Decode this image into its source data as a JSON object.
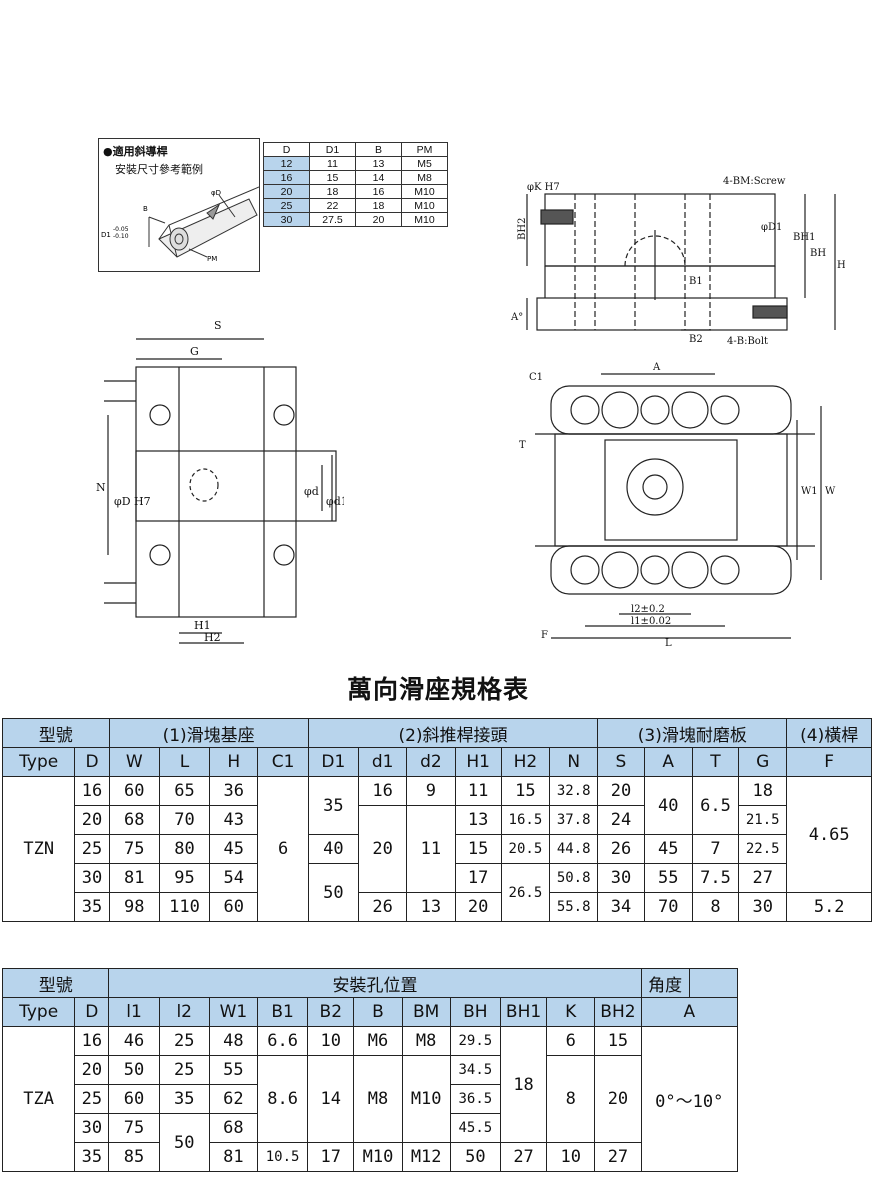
{
  "reference": {
    "title": "●適用斜導桿",
    "subtitle": "安裝尺寸參考範例",
    "labels": {
      "phi_d": "φD",
      "b": "B",
      "d1": "D1",
      "tol_upper": "-0.05",
      "tol_lower": "-0.10",
      "pm": "PM"
    }
  },
  "mini_table": {
    "headers": [
      "D",
      "D1",
      "B",
      "PM"
    ],
    "rows": [
      [
        "12",
        "11",
        "13",
        "M5"
      ],
      [
        "16",
        "15",
        "14",
        "M8"
      ],
      [
        "20",
        "18",
        "16",
        "M10"
      ],
      [
        "25",
        "22",
        "18",
        "M10"
      ],
      [
        "30",
        "27.5",
        "20",
        "M10"
      ]
    ]
  },
  "drawing_labels": {
    "front": {
      "phik_h7": "φK H7",
      "bm_screw": "4-BM:Screw",
      "bh2": "BH2",
      "phid1": "φD1",
      "bh1": "BH1",
      "bh": "BH",
      "h": "H",
      "b1": "B1",
      "a_deg": "A°",
      "b2": "B2",
      "b_bolt": "4-B:Bolt"
    },
    "side": {
      "s": "S",
      "g": "G",
      "n": "N",
      "phid_h7": "φD H7",
      "phid": "φd",
      "phid1": "φd1",
      "h1": "H1",
      "h2": "H2"
    },
    "top": {
      "c1": "C1",
      "a": "A",
      "t": "T",
      "w1": "W1",
      "w": "W",
      "l2": "l2±0.2",
      "l1": "l1±0.02",
      "f": "F",
      "l": "L"
    }
  },
  "main_title": "萬向滑座規格表",
  "table1": {
    "group_row": {
      "model": "型號",
      "g1": "(1)滑塊基座",
      "g2": "(2)斜推桿接頭",
      "g3": "(3)滑塊耐磨板",
      "g4": "(4)橫桿"
    },
    "col_row": [
      "Type",
      "D",
      "W",
      "L",
      "H",
      "C1",
      "D1",
      "d1",
      "d2",
      "H1",
      "H2",
      "N",
      "S",
      "A",
      "T",
      "G",
      "F"
    ],
    "type": "TZN",
    "D": [
      "16",
      "20",
      "25",
      "30",
      "35"
    ],
    "W": [
      "60",
      "68",
      "75",
      "81",
      "98"
    ],
    "L": [
      "65",
      "70",
      "80",
      "95",
      "110"
    ],
    "H": [
      "36",
      "43",
      "45",
      "54",
      "60"
    ],
    "C1": "6",
    "D1": [
      "35",
      "40",
      "50"
    ],
    "d1": [
      "16",
      "20",
      "26"
    ],
    "d2": [
      "9",
      "11",
      "13"
    ],
    "H1": [
      "11",
      "13",
      "15",
      "17",
      "20"
    ],
    "H2": [
      "15",
      "16.5",
      "20.5",
      "26.5"
    ],
    "N": [
      "32.8",
      "37.8",
      "44.8",
      "50.8",
      "55.8"
    ],
    "S": [
      "20",
      "24",
      "26",
      "30",
      "34"
    ],
    "A": [
      "40",
      "45",
      "55",
      "70"
    ],
    "T": [
      "6.5",
      "7",
      "7.5",
      "8"
    ],
    "G": [
      "18",
      "21.5",
      "22.5",
      "27",
      "30"
    ],
    "F": [
      "4.65",
      "5.2"
    ]
  },
  "table2": {
    "group_row": {
      "model": "型號",
      "g1": "安裝孔位置",
      "g2": "角度"
    },
    "col_row": [
      "Type",
      "D",
      "l1",
      "l2",
      "W1",
      "B1",
      "B2",
      "B",
      "BM",
      "BH",
      "BH1",
      "K",
      "BH2",
      "A"
    ],
    "type": "TZA",
    "D": [
      "16",
      "20",
      "25",
      "30",
      "35"
    ],
    "l1": [
      "46",
      "50",
      "60",
      "75",
      "85"
    ],
    "l2": [
      "25",
      "25",
      "35",
      "50"
    ],
    "W1": [
      "48",
      "55",
      "62",
      "68",
      "81"
    ],
    "B1": [
      "6.6",
      "8.6",
      "10.5"
    ],
    "B2": [
      "10",
      "14",
      "17"
    ],
    "B": [
      "M6",
      "M8",
      "M10"
    ],
    "BM": [
      "M8",
      "M10",
      "M12"
    ],
    "BH": [
      "29.5",
      "34.5",
      "36.5",
      "45.5",
      "50"
    ],
    "BH1": [
      "18",
      "27"
    ],
    "K": [
      "6",
      "8",
      "10"
    ],
    "BH2": [
      "15",
      "20",
      "27"
    ],
    "angle": "0°～10°"
  }
}
